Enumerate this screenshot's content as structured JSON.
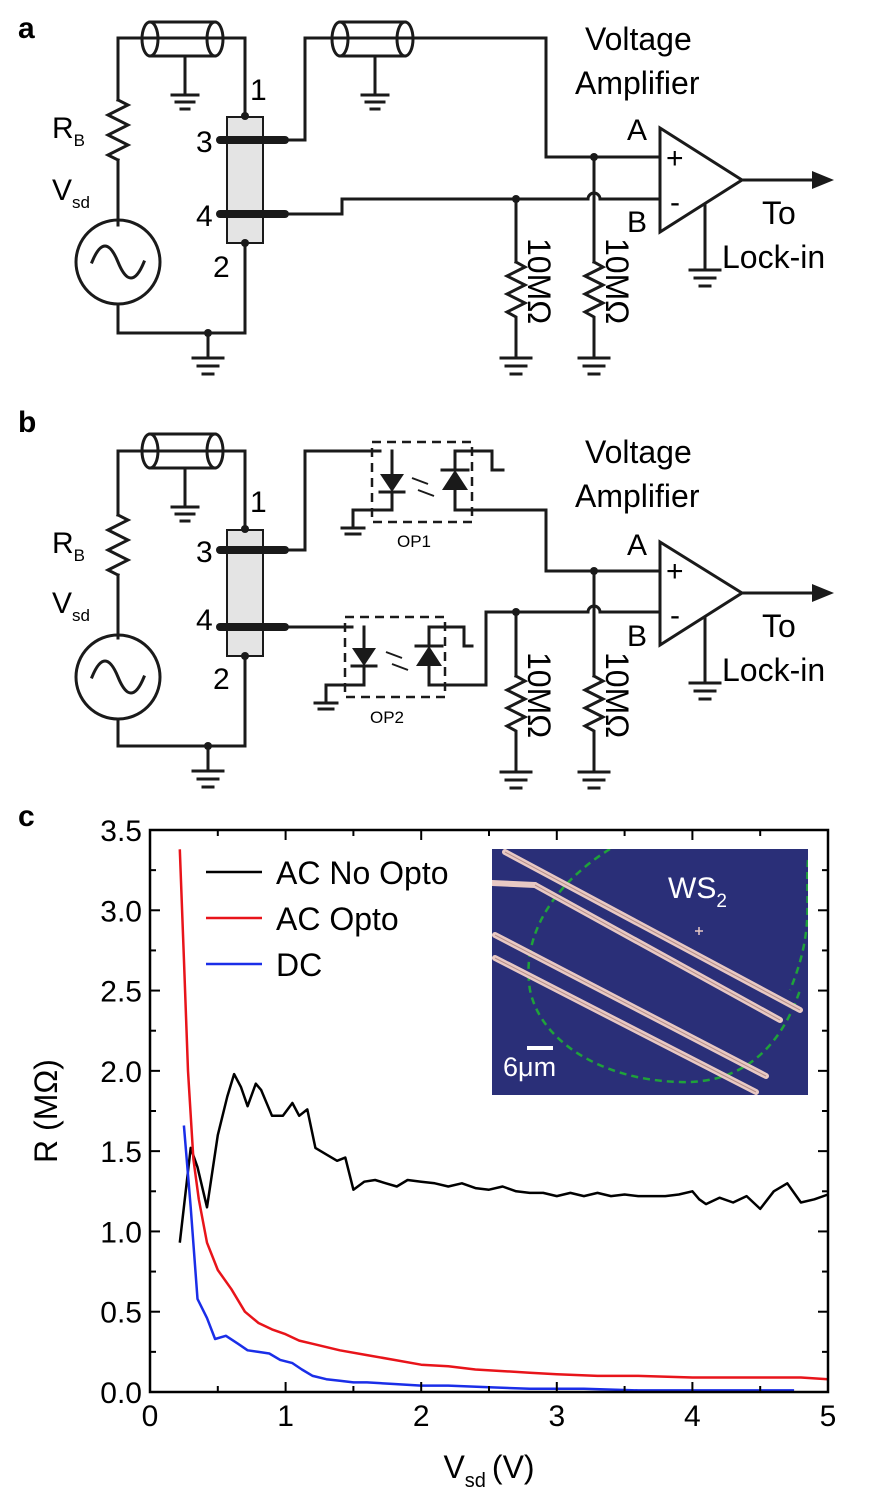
{
  "figure": {
    "panels": [
      "a",
      "b",
      "c"
    ],
    "circuit": {
      "resistor_label": "R",
      "resistor_sub": "B",
      "source_label": "V",
      "source_sub": "sd",
      "pins": [
        "1",
        "3",
        "4",
        "2"
      ],
      "amplifier_title_line1": "Voltage",
      "amplifier_title_line2": "Amplifier",
      "input_a": "A",
      "input_b": "B",
      "plus": "+",
      "minus": "-",
      "output_line1": "To",
      "output_line2": "Lock-in",
      "load_resistor": "10MΩ",
      "optocouplers": [
        "OP1",
        "OP2"
      ]
    },
    "inset": {
      "material": "WS",
      "material_sub": "2",
      "scale_bar": "6μm",
      "colors": {
        "substrate": "#2a2f78",
        "flake_outline": "#1fa23a",
        "electrodes": "#e8c9c4"
      }
    }
  },
  "chart_data": {
    "type": "line",
    "xlabel": "V",
    "xlabel_sub": "sd",
    "xlabel_unit": "(V)",
    "ylabel": "R (MΩ)",
    "xlim": [
      0,
      5
    ],
    "ylim": [
      0,
      3.5
    ],
    "xticks": [
      "0",
      "1",
      "2",
      "3",
      "4",
      "5"
    ],
    "yticks": [
      "0.0",
      "0.5",
      "1.0",
      "1.5",
      "2.0",
      "2.5",
      "3.0",
      "3.5"
    ],
    "legend_position": "top-left",
    "series": [
      {
        "name": "AC No Opto",
        "color": "#000000",
        "x": [
          0.22,
          0.3,
          0.35,
          0.42,
          0.5,
          0.57,
          0.62,
          0.67,
          0.72,
          0.78,
          0.82,
          0.9,
          0.98,
          1.05,
          1.1,
          1.16,
          1.22,
          1.3,
          1.38,
          1.44,
          1.5,
          1.58,
          1.66,
          1.74,
          1.82,
          1.9,
          2.0,
          2.1,
          2.2,
          2.3,
          2.4,
          2.5,
          2.6,
          2.7,
          2.8,
          2.9,
          3.0,
          3.1,
          3.2,
          3.3,
          3.4,
          3.5,
          3.6,
          3.7,
          3.8,
          3.9,
          4.0,
          4.05,
          4.1,
          4.2,
          4.3,
          4.4,
          4.5,
          4.6,
          4.7,
          4.8,
          4.9,
          5.0
        ],
        "y": [
          0.93,
          1.52,
          1.4,
          1.15,
          1.6,
          1.84,
          1.98,
          1.9,
          1.78,
          1.92,
          1.88,
          1.72,
          1.72,
          1.8,
          1.72,
          1.76,
          1.52,
          1.48,
          1.44,
          1.46,
          1.26,
          1.31,
          1.32,
          1.3,
          1.28,
          1.32,
          1.31,
          1.3,
          1.28,
          1.3,
          1.27,
          1.26,
          1.28,
          1.25,
          1.24,
          1.24,
          1.22,
          1.24,
          1.22,
          1.24,
          1.22,
          1.23,
          1.22,
          1.22,
          1.22,
          1.23,
          1.25,
          1.2,
          1.17,
          1.21,
          1.18,
          1.22,
          1.14,
          1.25,
          1.3,
          1.18,
          1.2,
          1.23
        ]
      },
      {
        "name": "AC Opto",
        "color": "#e8141a",
        "x": [
          0.22,
          0.25,
          0.28,
          0.32,
          0.36,
          0.42,
          0.5,
          0.6,
          0.7,
          0.8,
          0.9,
          1.0,
          1.1,
          1.2,
          1.4,
          1.6,
          1.8,
          2.0,
          2.2,
          2.4,
          2.6,
          2.8,
          3.0,
          3.3,
          3.6,
          4.0,
          4.4,
          4.8,
          5.0
        ],
        "y": [
          3.38,
          2.7,
          2.0,
          1.45,
          1.2,
          0.93,
          0.76,
          0.64,
          0.5,
          0.43,
          0.39,
          0.36,
          0.32,
          0.3,
          0.26,
          0.23,
          0.2,
          0.17,
          0.16,
          0.14,
          0.13,
          0.12,
          0.11,
          0.1,
          0.1,
          0.09,
          0.09,
          0.09,
          0.08
        ]
      },
      {
        "name": "DC",
        "color": "#1a2ee8",
        "x": [
          0.25,
          0.3,
          0.35,
          0.42,
          0.48,
          0.56,
          0.65,
          0.72,
          0.8,
          0.88,
          0.96,
          1.05,
          1.12,
          1.2,
          1.3,
          1.4,
          1.5,
          1.6,
          1.8,
          2.0,
          2.2,
          2.5,
          2.8,
          3.2,
          3.6,
          4.0,
          4.4,
          4.75
        ],
        "y": [
          1.66,
          1.15,
          0.58,
          0.46,
          0.33,
          0.35,
          0.3,
          0.26,
          0.25,
          0.24,
          0.2,
          0.18,
          0.14,
          0.1,
          0.08,
          0.07,
          0.06,
          0.06,
          0.05,
          0.04,
          0.04,
          0.03,
          0.02,
          0.02,
          0.01,
          0.01,
          0.01,
          0.01
        ]
      }
    ]
  }
}
